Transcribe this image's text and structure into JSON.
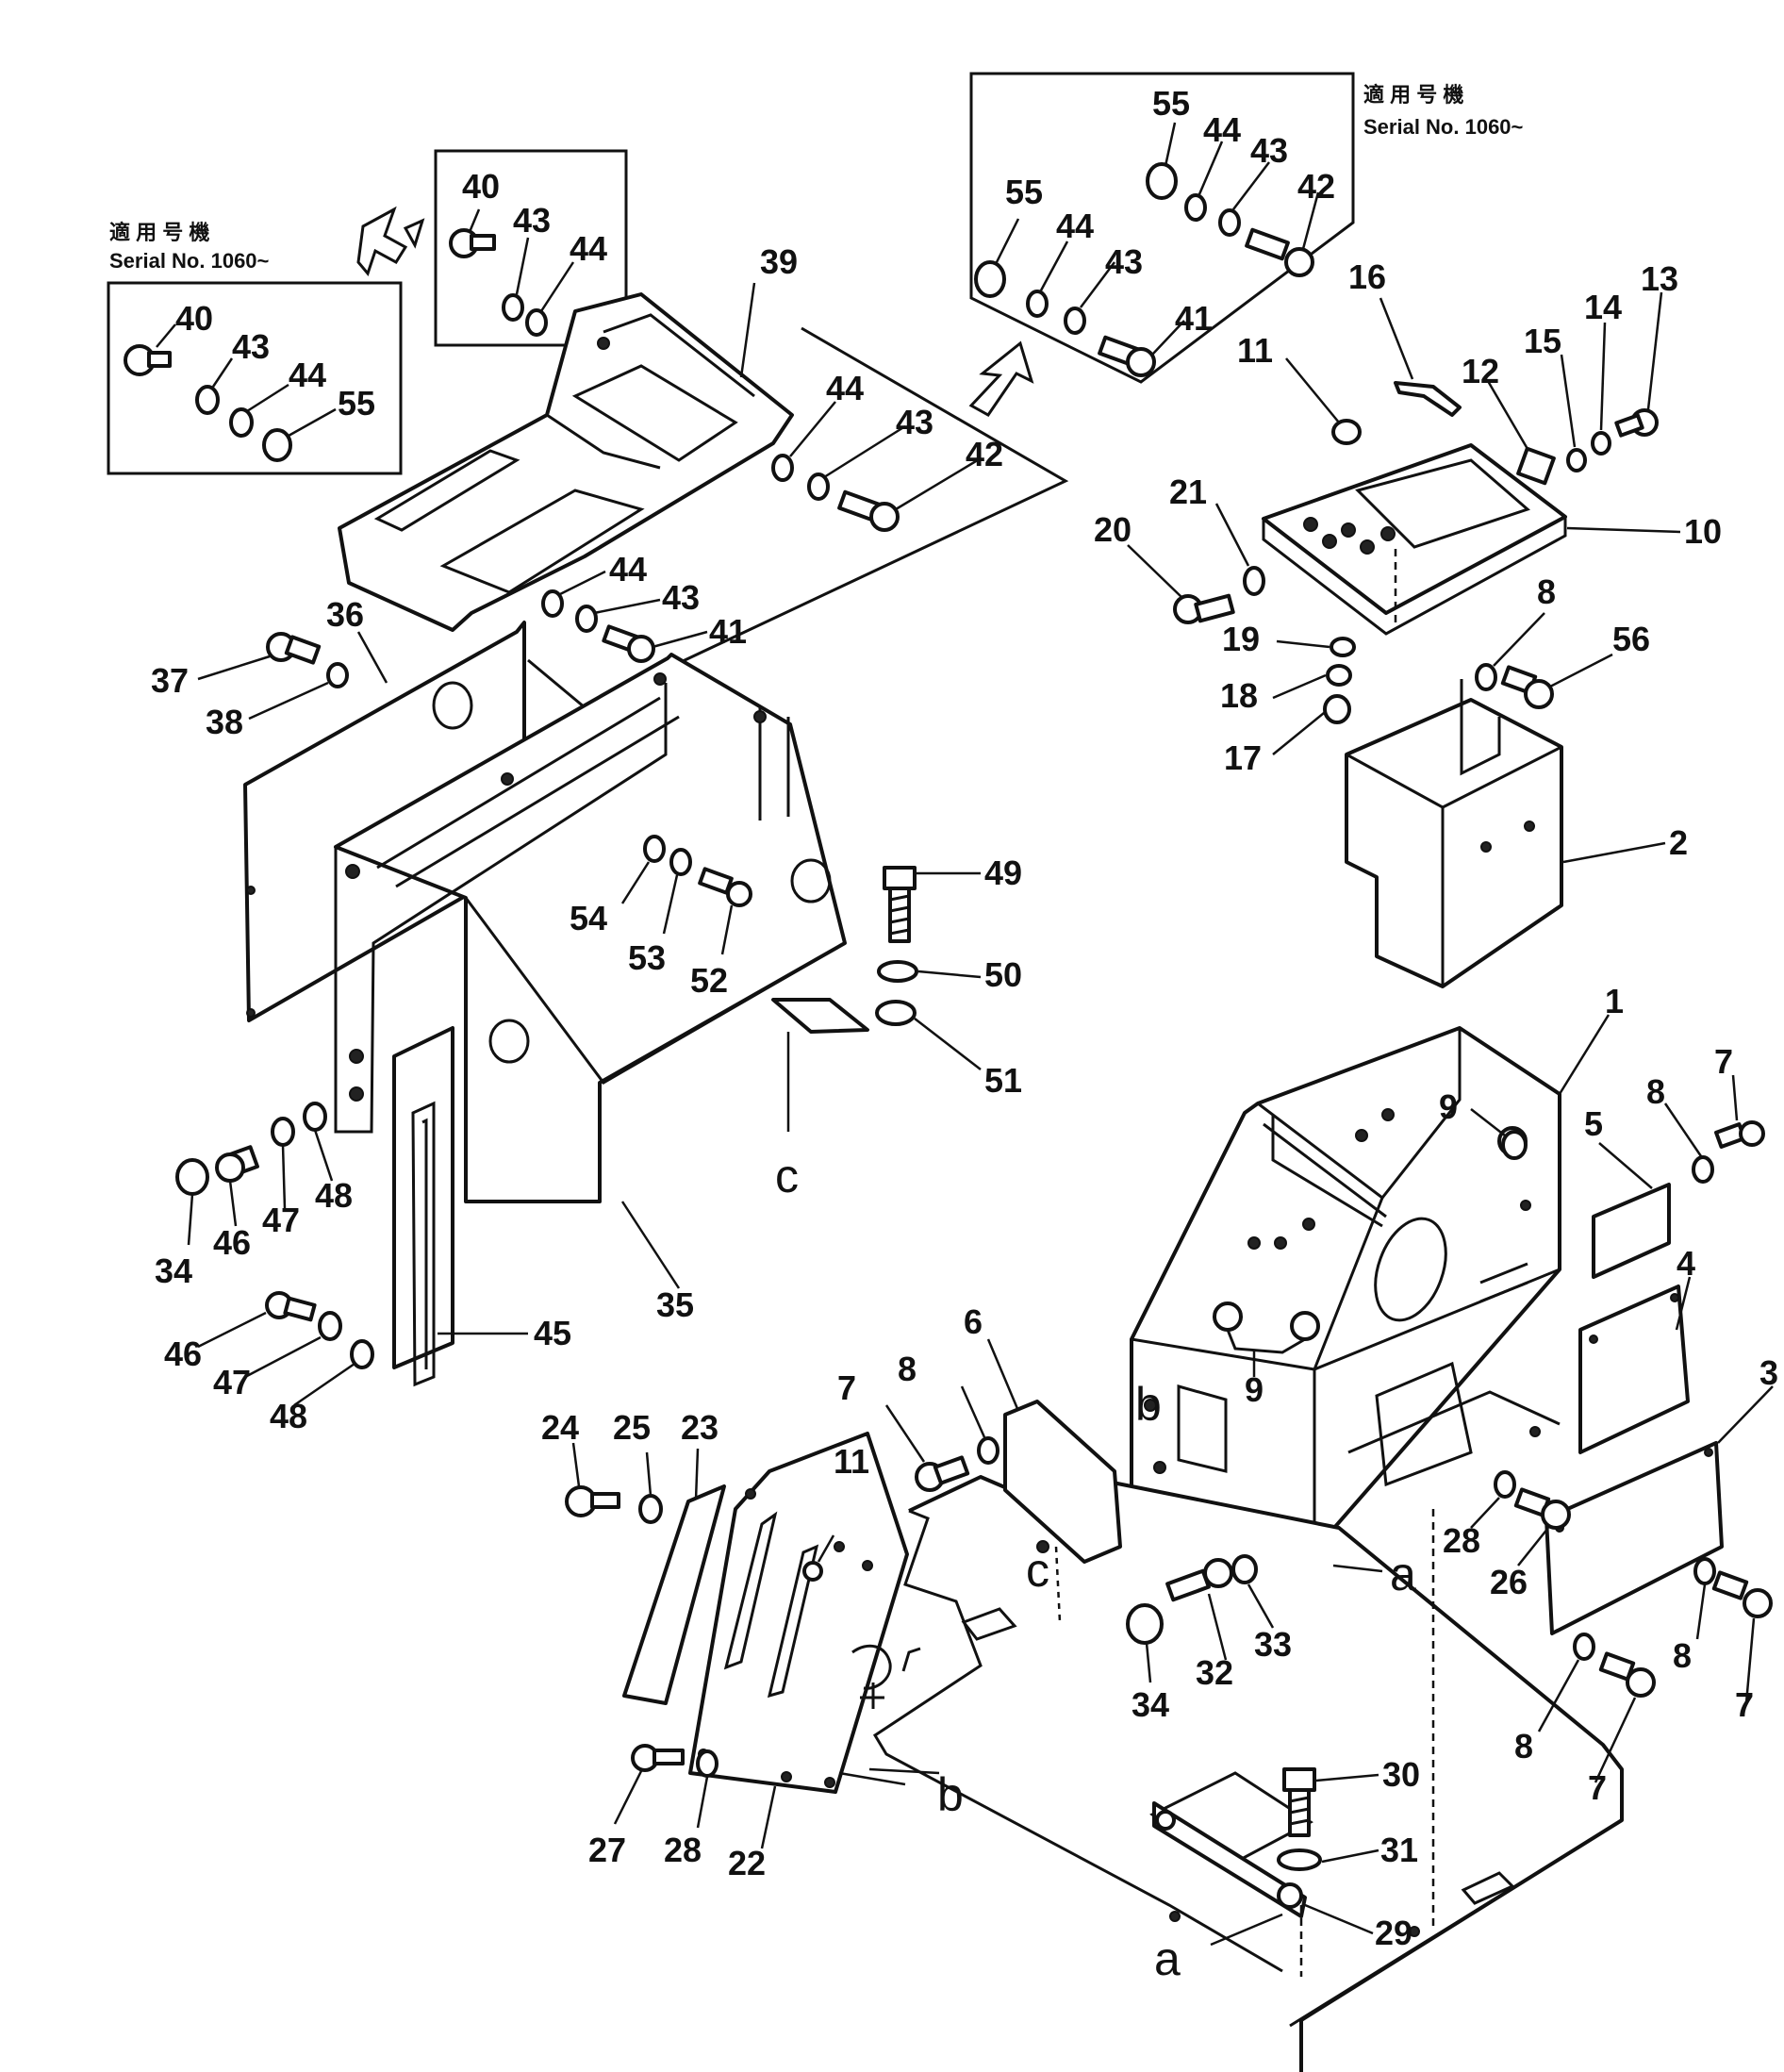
{
  "serial_notes": [
    {
      "id": "serial-left",
      "line1": "適 用 号 機",
      "line2": "Serial No. 1060~"
    },
    {
      "id": "serial-right",
      "line1": "適 用 号 機",
      "line2": "Serial No. 1060~"
    }
  ],
  "callouts": [
    {
      "id": "c40a",
      "label": "40"
    },
    {
      "id": "c43a",
      "label": "43"
    },
    {
      "id": "c44a",
      "label": "44"
    },
    {
      "id": "c40b",
      "label": "40"
    },
    {
      "id": "c43b",
      "label": "43"
    },
    {
      "id": "c44b",
      "label": "44"
    },
    {
      "id": "c55b",
      "label": "55"
    },
    {
      "id": "c39",
      "label": "39"
    },
    {
      "id": "c44c",
      "label": "44"
    },
    {
      "id": "c43c",
      "label": "43"
    },
    {
      "id": "c42c",
      "label": "42"
    },
    {
      "id": "c44d",
      "label": "44"
    },
    {
      "id": "c43d",
      "label": "43"
    },
    {
      "id": "c41d",
      "label": "41"
    },
    {
      "id": "c55r1",
      "label": "55"
    },
    {
      "id": "c44r1",
      "label": "44"
    },
    {
      "id": "c43r1",
      "label": "43"
    },
    {
      "id": "c42r1",
      "label": "42"
    },
    {
      "id": "c55r2",
      "label": "55"
    },
    {
      "id": "c44r2",
      "label": "44"
    },
    {
      "id": "c43r2",
      "label": "43"
    },
    {
      "id": "c41r2",
      "label": "41"
    },
    {
      "id": "c16",
      "label": "16"
    },
    {
      "id": "c11a",
      "label": "11"
    },
    {
      "id": "c13",
      "label": "13"
    },
    {
      "id": "c14",
      "label": "14"
    },
    {
      "id": "c15",
      "label": "15"
    },
    {
      "id": "c12",
      "label": "12"
    },
    {
      "id": "c10",
      "label": "10"
    },
    {
      "id": "c21",
      "label": "21"
    },
    {
      "id": "c20",
      "label": "20"
    },
    {
      "id": "c19",
      "label": "19"
    },
    {
      "id": "c18",
      "label": "18"
    },
    {
      "id": "c17",
      "label": "17"
    },
    {
      "id": "c8a",
      "label": "8"
    },
    {
      "id": "c56",
      "label": "56"
    },
    {
      "id": "c2",
      "label": "2"
    },
    {
      "id": "c36",
      "label": "36"
    },
    {
      "id": "c37",
      "label": "37"
    },
    {
      "id": "c38",
      "label": "38"
    },
    {
      "id": "c49",
      "label": "49"
    },
    {
      "id": "c50",
      "label": "50"
    },
    {
      "id": "c51",
      "label": "51"
    },
    {
      "id": "c54",
      "label": "54"
    },
    {
      "id": "c53",
      "label": "53"
    },
    {
      "id": "c52",
      "label": "52"
    },
    {
      "id": "c1",
      "label": "1"
    },
    {
      "id": "c9a",
      "label": "9"
    },
    {
      "id": "c5a",
      "label": "5"
    },
    {
      "id": "c8b",
      "label": "8"
    },
    {
      "id": "c7a",
      "label": "7"
    },
    {
      "id": "c9b",
      "label": "9"
    },
    {
      "id": "c4",
      "label": "4"
    },
    {
      "id": "c3",
      "label": "3"
    },
    {
      "id": "c34a",
      "label": "34"
    },
    {
      "id": "c46a",
      "label": "46"
    },
    {
      "id": "c47a",
      "label": "47"
    },
    {
      "id": "c48a",
      "label": "48"
    },
    {
      "id": "c35",
      "label": "35"
    },
    {
      "id": "c46b",
      "label": "46"
    },
    {
      "id": "c47b",
      "label": "47"
    },
    {
      "id": "c48b",
      "label": "48"
    },
    {
      "id": "c45",
      "label": "45"
    },
    {
      "id": "c24",
      "label": "24"
    },
    {
      "id": "c25",
      "label": "25"
    },
    {
      "id": "c23",
      "label": "23"
    },
    {
      "id": "c11b",
      "label": "11"
    },
    {
      "id": "c7b",
      "label": "7"
    },
    {
      "id": "c8c",
      "label": "8"
    },
    {
      "id": "c6",
      "label": "6"
    },
    {
      "id": "c28a",
      "label": "28"
    },
    {
      "id": "c26",
      "label": "26"
    },
    {
      "id": "c33",
      "label": "33"
    },
    {
      "id": "c32",
      "label": "32"
    },
    {
      "id": "c34b",
      "label": "34"
    },
    {
      "id": "c8d",
      "label": "8"
    },
    {
      "id": "c7c",
      "label": "7"
    },
    {
      "id": "c8e",
      "label": "8"
    },
    {
      "id": "c7d",
      "label": "7"
    },
    {
      "id": "c27",
      "label": "27"
    },
    {
      "id": "c28b",
      "label": "28"
    },
    {
      "id": "c22",
      "label": "22"
    },
    {
      "id": "c30",
      "label": "30"
    },
    {
      "id": "c31",
      "label": "31"
    },
    {
      "id": "c29",
      "label": "29"
    }
  ],
  "reference_letters": [
    {
      "id": "lc1",
      "label": "c"
    },
    {
      "id": "lb1",
      "label": "b"
    },
    {
      "id": "lc2",
      "label": "c"
    },
    {
      "id": "la1",
      "label": "a"
    },
    {
      "id": "lb2",
      "label": "b"
    },
    {
      "id": "la2",
      "label": "a"
    }
  ]
}
